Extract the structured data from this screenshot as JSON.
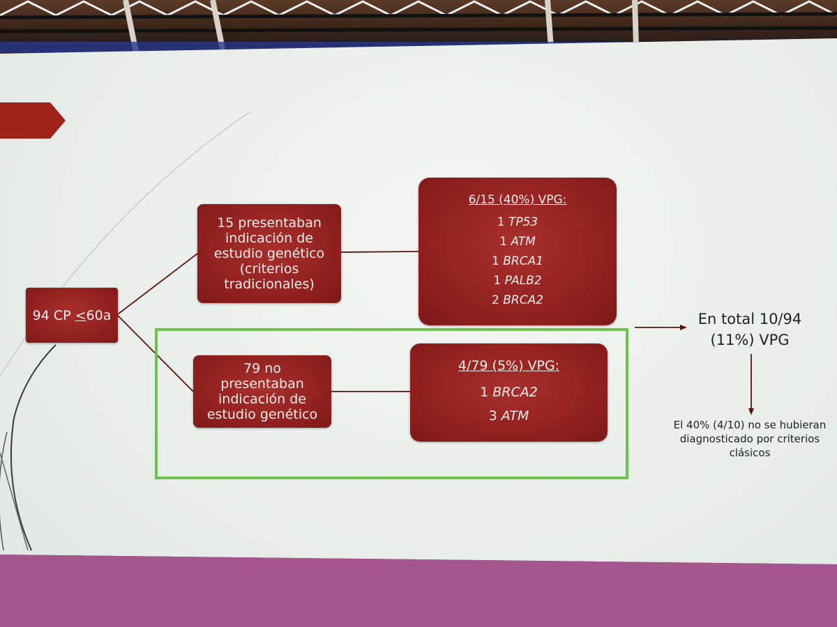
{
  "slide": {
    "root": {
      "prefix": "94 CP ",
      "underlined": "<",
      "suffix": "60a"
    },
    "branch_traditional": {
      "label": "15 presentaban\nindicación de\nestudio genético\n(criterios\ntradicionales)",
      "result_header": "6/15 (40%) VPG:",
      "findings": [
        {
          "count": "1",
          "gene": "TP53"
        },
        {
          "count": "1",
          "gene": "ATM"
        },
        {
          "count": "1",
          "gene": "BRCA1"
        },
        {
          "count": "1",
          "gene": "PALB2"
        },
        {
          "count": "2",
          "gene": "BRCA2"
        }
      ]
    },
    "branch_non_traditional": {
      "label": "79 no\npresentaban\nindicación de\nestudio genético",
      "result_header": "4/79 (5%) VPG:",
      "findings": [
        {
          "count": "1",
          "gene": "BRCA2"
        },
        {
          "count": "3",
          "gene": "ATM"
        }
      ]
    },
    "total": "En total 10/94\n(11%) VPG",
    "note": "El 40% (4/10) no se hubieran\ndiagnosticado por criterios\nclásicos",
    "colors": {
      "box_fill": "#8e1f1e",
      "highlight_frame": "#6cc24a",
      "stage_band": "#d8147f",
      "connector": "#5a1410"
    }
  }
}
